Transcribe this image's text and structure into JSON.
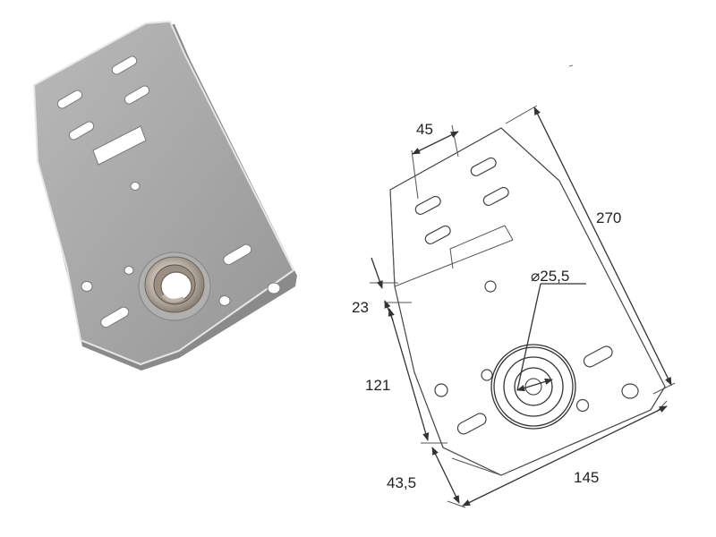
{
  "dimensions": {
    "top_width": "45",
    "length": "270",
    "left_offset": "23",
    "left_height": "121",
    "bottom_offset": "43,5",
    "bottom_width": "145",
    "hole_diameter": "⌀25,5"
  },
  "colors": {
    "plate_fill": "#a9a9a9",
    "plate_edge": "#e9e9e9",
    "plate_shadow": "#878787",
    "hole": "#ffffff",
    "bearing": "#8c8278"
  }
}
